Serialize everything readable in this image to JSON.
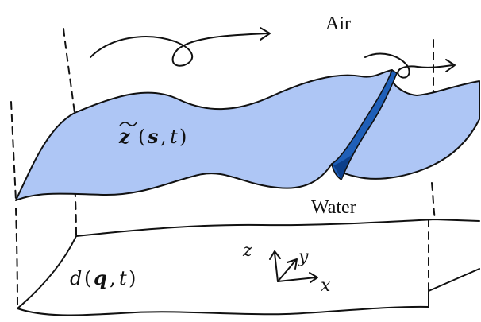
{
  "labels": {
    "air": "Air",
    "water": "Water",
    "surface_fn": "z",
    "surface_arg1": "s",
    "surface_arg2": "t",
    "bottom_fn": "d",
    "bottom_arg1": "q",
    "bottom_arg2": "t",
    "axis_x": "x",
    "axis_y": "y",
    "axis_z": "z"
  },
  "colors": {
    "surface_fill": "#aec6f5",
    "crest_fill": "#1f5fb8",
    "crest_dark": "#0d3f8a",
    "ink": "#111111"
  }
}
